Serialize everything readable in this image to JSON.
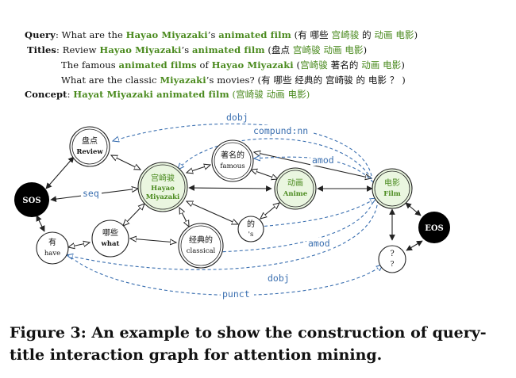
{
  "text_lines": [
    {
      "parts": [
        {
          "t": "Query",
          "c": "lab"
        },
        {
          "t": ": What are the "
        },
        {
          "t": "Hayao Miyazaki",
          "c": "g"
        },
        {
          "t": "’s "
        },
        {
          "t": "animated film",
          "c": "g"
        },
        {
          "t": " (有 哪些 "
        },
        {
          "t": "宫崎骏",
          "c": "g2"
        },
        {
          "t": " 的 "
        },
        {
          "t": "动画 电影",
          "c": "g2"
        },
        {
          "t": ")"
        }
      ]
    },
    {
      "parts": [
        {
          "t": "Titles",
          "c": "lab"
        },
        {
          "t": ": Review "
        },
        {
          "t": "Hayao Miyazaki",
          "c": "g"
        },
        {
          "t": "’s "
        },
        {
          "t": "animated film",
          "c": "g"
        },
        {
          "t": " (盘点 "
        },
        {
          "t": "宫崎骏 动画 电影",
          "c": "g2"
        },
        {
          "t": ")"
        }
      ]
    },
    {
      "parts": [
        {
          "t": "The famous "
        },
        {
          "t": "animated films",
          "c": "g"
        },
        {
          "t": " of "
        },
        {
          "t": "Hayao Miyazaki",
          "c": "g"
        },
        {
          "t": " ("
        },
        {
          "t": "宫崎骏",
          "c": "g2"
        },
        {
          "t": " 著名的 "
        },
        {
          "t": "动画 电影",
          "c": "g2"
        },
        {
          "t": ")"
        }
      ]
    },
    {
      "parts": [
        {
          "t": "What are the classic "
        },
        {
          "t": "Miyazaki",
          "c": "g"
        },
        {
          "t": "’s movies? (有 哪些 经典的 宫崎骏 的  电影 ？ )"
        }
      ]
    },
    {
      "parts": [
        {
          "t": "Concept",
          "c": "lab"
        },
        {
          "t": ": "
        },
        {
          "t": "Hayat Miyazaki animated film",
          "c": "g"
        },
        {
          "t": " (宫崎骏 动画 电影)",
          "c": "g2"
        }
      ]
    }
  ],
  "nodes": {
    "sos": {
      "l1": "SOS",
      "l2": ""
    },
    "review": {
      "l1": "盘点",
      "l2": "Review"
    },
    "have": {
      "l1": "有",
      "l2": "have"
    },
    "what": {
      "l1": "哪些",
      "l2": "what"
    },
    "miyazaki": {
      "l1": "宫崎骏",
      "l2": "Hayao",
      "l3": "Miyazaki"
    },
    "famous": {
      "l1": "著名的",
      "l2": "famous"
    },
    "classical": {
      "l1": "经典的",
      "l2": "classical"
    },
    "s": {
      "l1": "的",
      "l2": "'s"
    },
    "anime": {
      "l1": "动画",
      "l2": "Anime"
    },
    "film": {
      "l1": "电影",
      "l2": "Film"
    },
    "q": {
      "l1": "?",
      "l2": "?"
    },
    "eos": {
      "l1": "EOS",
      "l2": ""
    }
  },
  "edge_labels": {
    "dobj_top": "dobj",
    "compound": "compund:nn",
    "amod_top": "amod",
    "seq": "seq",
    "amod_bottom": "amod",
    "dobj_bottom": "dobj",
    "punct": "punct"
  },
  "colors": {
    "green_text": "#4a8a1e",
    "green_fill": "#eaf6e0",
    "dep_blue": "#3a6fb0"
  },
  "caption": "Figure 3: An example to show the construction of query-title interaction graph for attention mining."
}
